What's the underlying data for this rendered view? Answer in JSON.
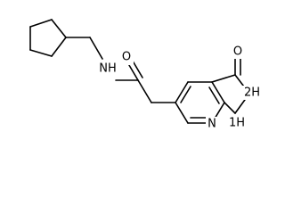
{
  "molecule": {
    "atom_labels": {
      "amide_nh": "NH",
      "carbonyl_o": "O",
      "pyrazolone_o": "O",
      "pyrazole_2h": "2H",
      "pyrazole_1h": "1H",
      "pyridine_n": "N"
    },
    "colors": {
      "bond": "#000000",
      "text": "#000000",
      "background": "#ffffff"
    }
  }
}
